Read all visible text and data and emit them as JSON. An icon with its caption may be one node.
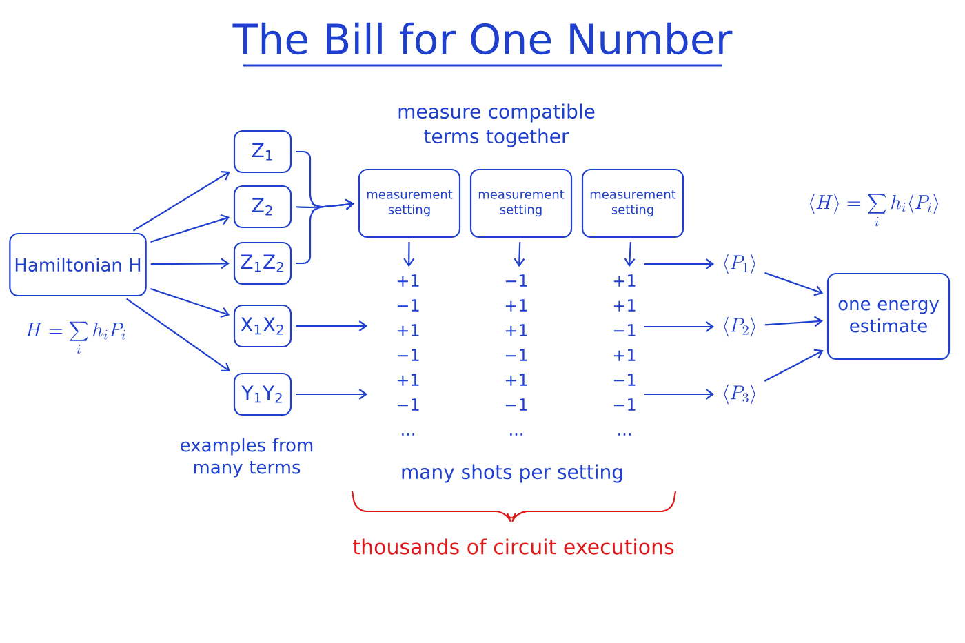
{
  "diagram": {
    "title": "The Bill for One Number",
    "nodes": [
      {
        "text": [
          "Hamiltonian H"
        ]
      },
      {
        "text": [
          "Z$_{1}$"
        ]
      },
      {
        "text": [
          "Z$_{2}$"
        ]
      },
      {
        "text": [
          "Z$_{1}$Z$_{2}$"
        ]
      },
      {
        "text": [
          "X$_{1}$X$_{2}$"
        ]
      },
      {
        "text": [
          "Y$_{1}$Y$_{2}$"
        ]
      },
      {
        "text": [
          "measurement setting"
        ]
      },
      {
        "text": [
          "measurement setting"
        ]
      },
      {
        "text": [
          "measurement setting"
        ]
      },
      {
        "text": [
          "+1",
          "−1",
          "+1",
          "−1",
          "+1",
          "−1",
          "..."
        ]
      },
      {
        "text": [
          "−1",
          "+1",
          "+1",
          "−1",
          "+1",
          "−1",
          "..."
        ]
      },
      {
        "text": [
          "+1",
          "+1",
          "−1",
          "+1",
          "−1",
          "−1",
          "..."
        ]
      },
      {
        "text": [
          "\\langle P_{1}\\rangle"
        ]
      },
      {
        "text": [
          "\\langle P_{2}\\rangle"
        ]
      },
      {
        "text": [
          "\\langle P_{3}\\rangle"
        ]
      },
      {
        "text": [
          "one energy estimate"
        ]
      }
    ],
    "edges": [
      {
        "from": 0,
        "to": 1,
        "arrow": "to"
      },
      {
        "from": 0,
        "to": 2,
        "arrow": "to"
      },
      {
        "from": 0,
        "to": 3,
        "arrow": "to"
      },
      {
        "from": 0,
        "to": 4,
        "arrow": "to"
      },
      {
        "from": 0,
        "to": 5,
        "arrow": "to"
      },
      {
        "from": 1,
        "to": 6,
        "arrow": "to"
      },
      {
        "from": 2,
        "to": 6,
        "arrow": "to"
      },
      {
        "from": 3,
        "to": 6,
        "arrow": "to"
      },
      {
        "from": 6,
        "to": 9,
        "arrow": "to"
      },
      {
        "from": 7,
        "to": 10,
        "arrow": "to"
      },
      {
        "from": 8,
        "to": 11,
        "arrow": "to"
      },
      {
        "from": 4,
        "to": 9,
        "arrow": "to"
      },
      {
        "from": 5,
        "to": 9,
        "arrow": "to"
      },
      {
        "from": 11,
        "to": 12,
        "arrow": "to"
      },
      {
        "from": 11,
        "to": 13,
        "arrow": "to"
      },
      {
        "from": 11,
        "to": 14,
        "arrow": "to"
      },
      {
        "from": 12,
        "to": 15,
        "arrow": "to"
      },
      {
        "from": 13,
        "to": 15,
        "arrow": "to"
      },
      {
        "from": 14,
        "to": 15,
        "arrow": "to"
      }
    ],
    "labels": [
      "measure compatible terms together",
      "\\langle H\\rangle = \\sum_i h_i \\langle P_i\\rangle",
      "H = \\sum_i h_i P_i",
      "examples from many terms",
      "many shots per setting",
      "thousands of circuit executions"
    ]
  }
}
